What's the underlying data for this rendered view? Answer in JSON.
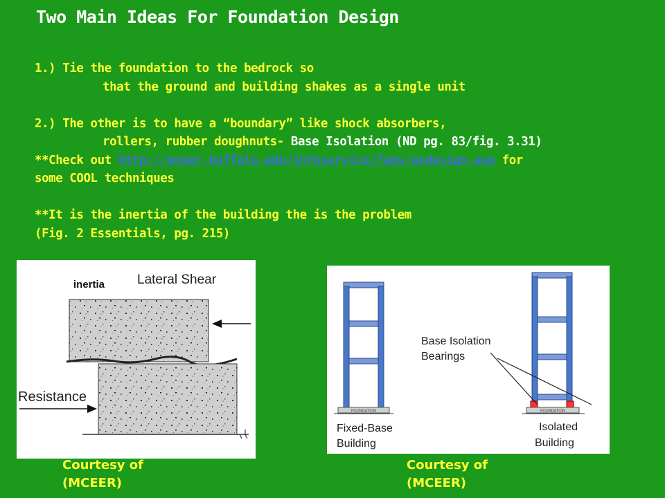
{
  "slide": {
    "title": "Two Main Ideas For Foundation Design",
    "point1_line1": "1.) Tie the foundation to the bedrock so",
    "point1_line2": "that the ground and building shakes as a single unit",
    "point2_line1": "2.) The other is to have a “boundary” like shock absorbers,",
    "point2_line2_a": "rollers, rubber doughnuts- ",
    "point2_line2_b": "Base Isolation (ND pg. 83/fig. 3.31)",
    "check_prefix": "**Check out ",
    "check_link": "http://mceer.buffalo.edu/infoservice/faqs/asdesign.asp",
    "check_suffix": " for",
    "check_line2": "some COOL techniques",
    "inertia_line1": "**It is the inertia of the building the is the problem",
    "inertia_line2": "(Fig. 2 Essentials, pg. 215)"
  },
  "figure_left": {
    "label_inertia": "inertia",
    "label_shear": "Lateral Shear",
    "label_resistance": "Resistance"
  },
  "figure_right": {
    "callout_line1": "Base Isolation",
    "callout_line2": "Bearings",
    "foundation_label": "FOUNDATION",
    "fixed_line1": "Fixed-Base",
    "fixed_line2": "Building",
    "isolated_line1": "Isolated",
    "isolated_line2": "Building"
  },
  "captions": {
    "left_line1": "Courtesy of",
    "left_line2": "(MCEER)",
    "right_line1": "Courtesy of",
    "right_line2": "(MCEER)"
  },
  "colors": {
    "background": "#1c9a1c",
    "title": "#ffffff",
    "body_text": "#ffff33",
    "link": "#3b6dd6",
    "frame_blue": "#4a78c8",
    "bearing_red": "#ff3030"
  }
}
